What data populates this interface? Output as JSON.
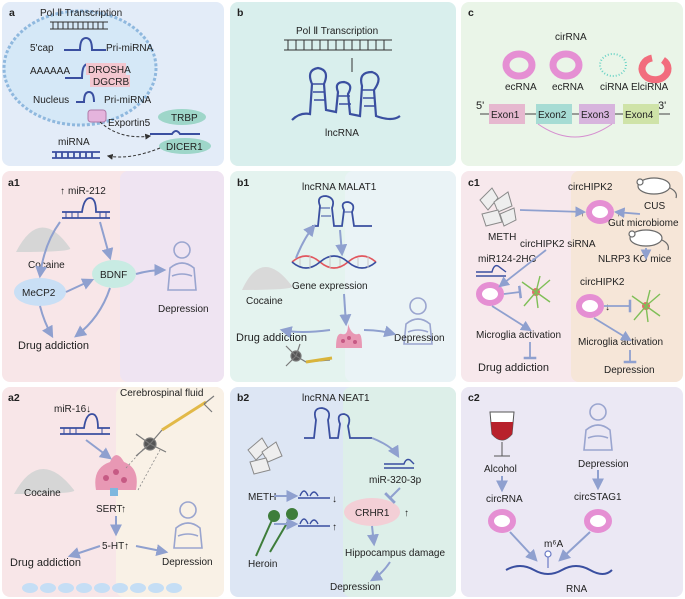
{
  "panels": {
    "a": {
      "label": "a",
      "pol2": "Pol Ⅱ Transcription",
      "cap": "5'cap",
      "pri1": "Pri-miRNA",
      "polyA": "AAAAAA",
      "drosha": "DROSHA",
      "dgcrb": "DGCRB",
      "nucleus": "Nucleus",
      "pri2": "Pri-miRNA",
      "exportin": "Exportin5",
      "trbp": "TRBP",
      "dicer": "DICER1",
      "mirna": "miRNA"
    },
    "b": {
      "label": "b",
      "pol2": "Pol Ⅱ Transcription",
      "lncrna": "lncRNA"
    },
    "c": {
      "label": "c",
      "circrna": "cirRNA",
      "ecrna1": "ecRNA",
      "ecrna2": "ecRNA",
      "cirna": "ciRNA",
      "elcirna": "ElciRNA",
      "p5": "5'",
      "p3": "3'",
      "exon1": "Exon1",
      "exon2": "Exon2",
      "exon3": "Exon3",
      "exon4": "Exon4"
    },
    "a1": {
      "label": "a1",
      "mir212": "miR-212",
      "cocaine": "Cocaine",
      "mecp2": "MeCP2",
      "bdnf": "BDNF",
      "depression": "Depression",
      "addiction": "Drug addiction"
    },
    "b1": {
      "label": "b1",
      "title": "lncRNA MALAT1",
      "cocaine": "Cocaine",
      "gene": "Gene expression",
      "addiction": "Drug addiction",
      "depression": "Depression"
    },
    "c1": {
      "label": "c1",
      "circhipk2_top": "circHIPK2",
      "cus": "CUS",
      "meth": "METH",
      "gut": "Gut microbiome",
      "sirna": "circHIPK2 siRNA",
      "mir124": "miR124-2HG",
      "nlrp3": "NLRP3 KO mice",
      "circhipk2_r": "circHIPK2",
      "micro_l": "Microglia activation",
      "micro_r": "Microglia activation",
      "addiction": "Drug addiction",
      "depression": "Depression"
    },
    "a2": {
      "label": "a2",
      "csf": "Cerebrospinal fluid",
      "mir16": "miR-16",
      "cocaine": "Cocaine",
      "sert": "SERT",
      "ht": "5-HT",
      "addiction": "Drug addiction",
      "depression": "Depression"
    },
    "b2": {
      "label": "b2",
      "title": "lncRNA NEAT1",
      "meth": "METH",
      "mir320": "miR-320-3p",
      "crhr1": "CRHR1",
      "heroin": "Heroin",
      "hippo": "Hippocampus damage",
      "depression": "Depression"
    },
    "c2": {
      "label": "c2",
      "alcohol": "Alcohol",
      "depression": "Depression",
      "circrna": "circRNA",
      "circstag1": "circSTAG1",
      "m6a": "m⁶A",
      "rna": "RNA"
    }
  },
  "colors": {
    "panel_a": "#e3ecf8",
    "panel_b": "#d9efed",
    "panel_c": "#eaf5e8",
    "a1_left": "#f8e6e8",
    "a1_right": "#efe4f2",
    "b1_left": "#e4f3ef",
    "b1_right": "#eaf3f6",
    "c1_left": "#f7e8ec",
    "c1_right": "#f6e6d8",
    "a2_left": "#f8e6e8",
    "a2_right": "#f9f1e6",
    "b2_left": "#dde6f4",
    "b2_right": "#ddefe9",
    "c2_bg": "#ebe8f4",
    "rna_blue": "#3a4fa0",
    "arrow": "#8fa0cf",
    "circle_pink": "#e58fd3",
    "drosha_pink": "#f3c6cf"
  },
  "icons": [
    "depressed-person-icon",
    "cocaine-pile-icon",
    "meth-crystals-icon",
    "neuron-icon",
    "synapse-icon",
    "mouse-icon",
    "wine-glass-icon",
    "syringe-icon",
    "dna-helix-icon"
  ]
}
